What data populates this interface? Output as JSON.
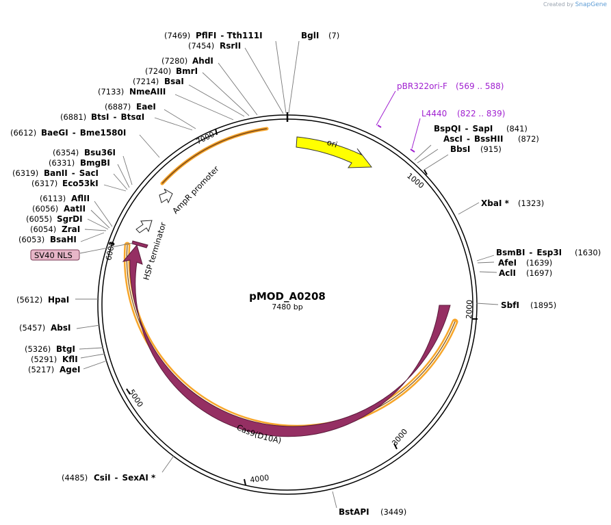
{
  "credit": {
    "prefix": "Created by",
    "brand": "SnapGene"
  },
  "plasmid": {
    "name": "pMOD_A0208",
    "length_label": "7480 bp"
  },
  "colors": {
    "cas9": "#952f63",
    "ori": "#ffff00",
    "orange_outline": "#f7a52a",
    "primer": "#a020d0",
    "nls_fill": "#e7b6c8",
    "backbone": "#000000"
  },
  "ticks": [
    "1000",
    "2000",
    "3000",
    "4000",
    "5000",
    "6000",
    "7000"
  ],
  "features": {
    "ori": "ori",
    "cas9": "Cas9(D10A)",
    "ampr_promoter": "AmpR promoter",
    "hsp_terminator": "HSP terminator",
    "sv40_nls": "SV40 NLS"
  },
  "primers": [
    {
      "name": "pBR322ori-F",
      "range": "(569 .. 588)"
    },
    {
      "name": "L4440",
      "range": "(822 .. 839)"
    }
  ],
  "sites_right": [
    {
      "names": [
        "BspQI",
        "SapI"
      ],
      "pos": "(841)"
    },
    {
      "names": [
        "AscI",
        "BssHII"
      ],
      "pos": "(872)"
    },
    {
      "names": [
        "BbsI"
      ],
      "pos": "(915)"
    },
    {
      "names": [
        "XbaI *"
      ],
      "pos": "(1323)"
    },
    {
      "names": [
        "BsmBI",
        "Esp3I"
      ],
      "pos": "(1630)"
    },
    {
      "names": [
        "AfeI"
      ],
      "pos": "(1639)"
    },
    {
      "names": [
        "AclI"
      ],
      "pos": "(1697)"
    },
    {
      "names": [
        "SbfI"
      ],
      "pos": "(1895)"
    },
    {
      "names": [
        "BstAPI"
      ],
      "pos": "(3449)"
    }
  ],
  "sites_left": [
    {
      "names": [
        "PflFI",
        "Tth111I"
      ],
      "pos": "(7469)"
    },
    {
      "names": [
        "RsrII"
      ],
      "pos": "(7454)"
    },
    {
      "names": [
        "AhdI"
      ],
      "pos": "(7280)"
    },
    {
      "names": [
        "BmrI"
      ],
      "pos": "(7240)"
    },
    {
      "names": [
        "BsaI"
      ],
      "pos": "(7214)"
    },
    {
      "names": [
        "NmeAIII"
      ],
      "pos": "(7133)"
    },
    {
      "names": [
        "EaeI"
      ],
      "pos": "(6887)"
    },
    {
      "names": [
        "BtsI",
        "BtsαI"
      ],
      "pos": "(6881)"
    },
    {
      "names": [
        "BaeGI",
        "Bme1580I"
      ],
      "pos": "(6612)"
    },
    {
      "names": [
        "Bsu36I"
      ],
      "pos": "(6354)"
    },
    {
      "names": [
        "BmgBI"
      ],
      "pos": "(6331)"
    },
    {
      "names": [
        "BanII",
        "SacI"
      ],
      "pos": "(6319)"
    },
    {
      "names": [
        "Eco53kI"
      ],
      "pos": "(6317)"
    },
    {
      "names": [
        "AflII"
      ],
      "pos": "(6113)"
    },
    {
      "names": [
        "AatII"
      ],
      "pos": "(6056)"
    },
    {
      "names": [
        "SgrDI"
      ],
      "pos": "(6055)"
    },
    {
      "names": [
        "ZraI"
      ],
      "pos": "(6054)"
    },
    {
      "names": [
        "BsaHI"
      ],
      "pos": "(6053)"
    },
    {
      "names": [
        "HpaI"
      ],
      "pos": "(5612)"
    },
    {
      "names": [
        "AbsI"
      ],
      "pos": "(5457)"
    },
    {
      "names": [
        "BtgI"
      ],
      "pos": "(5326)"
    },
    {
      "names": [
        "KflI"
      ],
      "pos": "(5291)"
    },
    {
      "names": [
        "AgeI"
      ],
      "pos": "(5217)"
    },
    {
      "names": [
        "CsiI",
        "SexAI *"
      ],
      "pos": "(4485)"
    }
  ],
  "site_top": {
    "names": [
      "BglI"
    ],
    "pos": "(7)"
  }
}
